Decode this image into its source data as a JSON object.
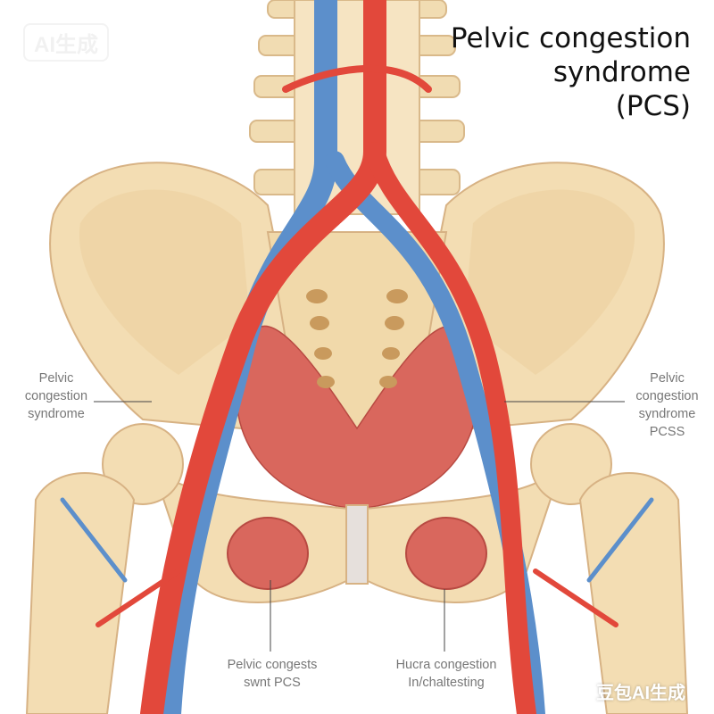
{
  "title": {
    "line1": "Pelvic congestion",
    "line2": "syndrome",
    "line3": "(PCS)"
  },
  "labels": {
    "left": {
      "line1": "Pelvic",
      "line2": "congestion",
      "line3": "syndrome"
    },
    "right": {
      "line1": "Pelvic",
      "line2": "congestion",
      "line3": "syndrome",
      "line4": "PCSS"
    },
    "bottom_left": {
      "line1": "Pelvic congests",
      "line2": "swnt PCS"
    },
    "bottom_right": {
      "line1": "Hucra congestion",
      "line2": "In/chaltesting"
    }
  },
  "watermarks": {
    "top_left": "AI生成",
    "bottom_right": "豆包AI生成"
  },
  "colors": {
    "bone": "#f3ddb3",
    "artery": "#e2483b",
    "vein": "#5c8fcb",
    "cavity": "#d9675d"
  }
}
